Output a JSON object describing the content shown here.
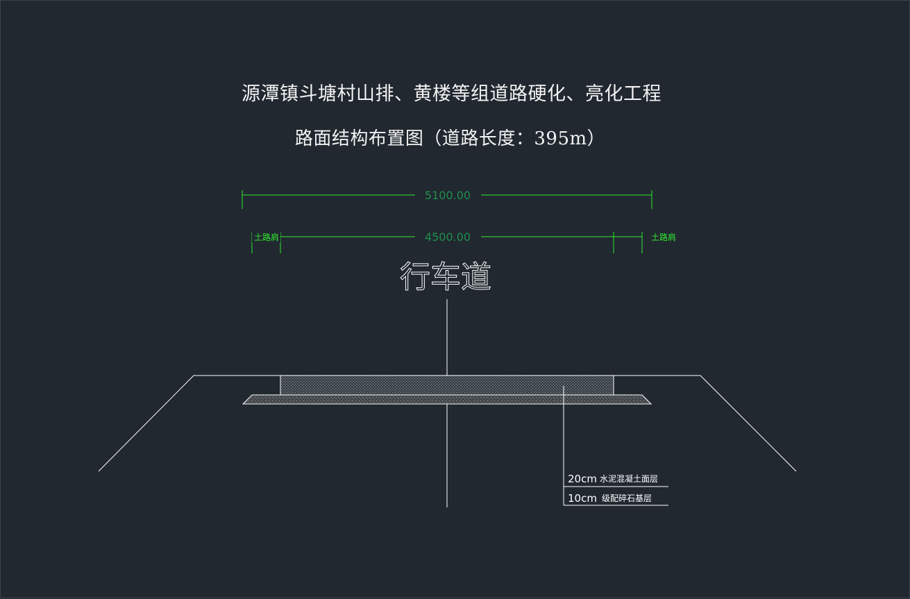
{
  "drawing": {
    "title_line1": "源潭镇斗塘村山排、黄楼等组道路硬化、亮化工程",
    "title_line2": "路面结构布置图（道路长度：395m）"
  },
  "dimensions": {
    "total_width": "5100.00",
    "carriageway_width": "4500.00",
    "shoulder_left": "土路肩",
    "shoulder_right": "土路肩"
  },
  "labels": {
    "carriageway": "行车道"
  },
  "layers": [
    {
      "thickness": "20cm",
      "material": "水泥混凝土面层"
    },
    {
      "thickness": "10cm",
      "material": "级配碎石基层"
    }
  ],
  "colors": {
    "background": "#212830",
    "dimension_lines": "#2ee82e",
    "dimension_text": "#1f8f4a",
    "drawing_lines": "#ffffff"
  }
}
